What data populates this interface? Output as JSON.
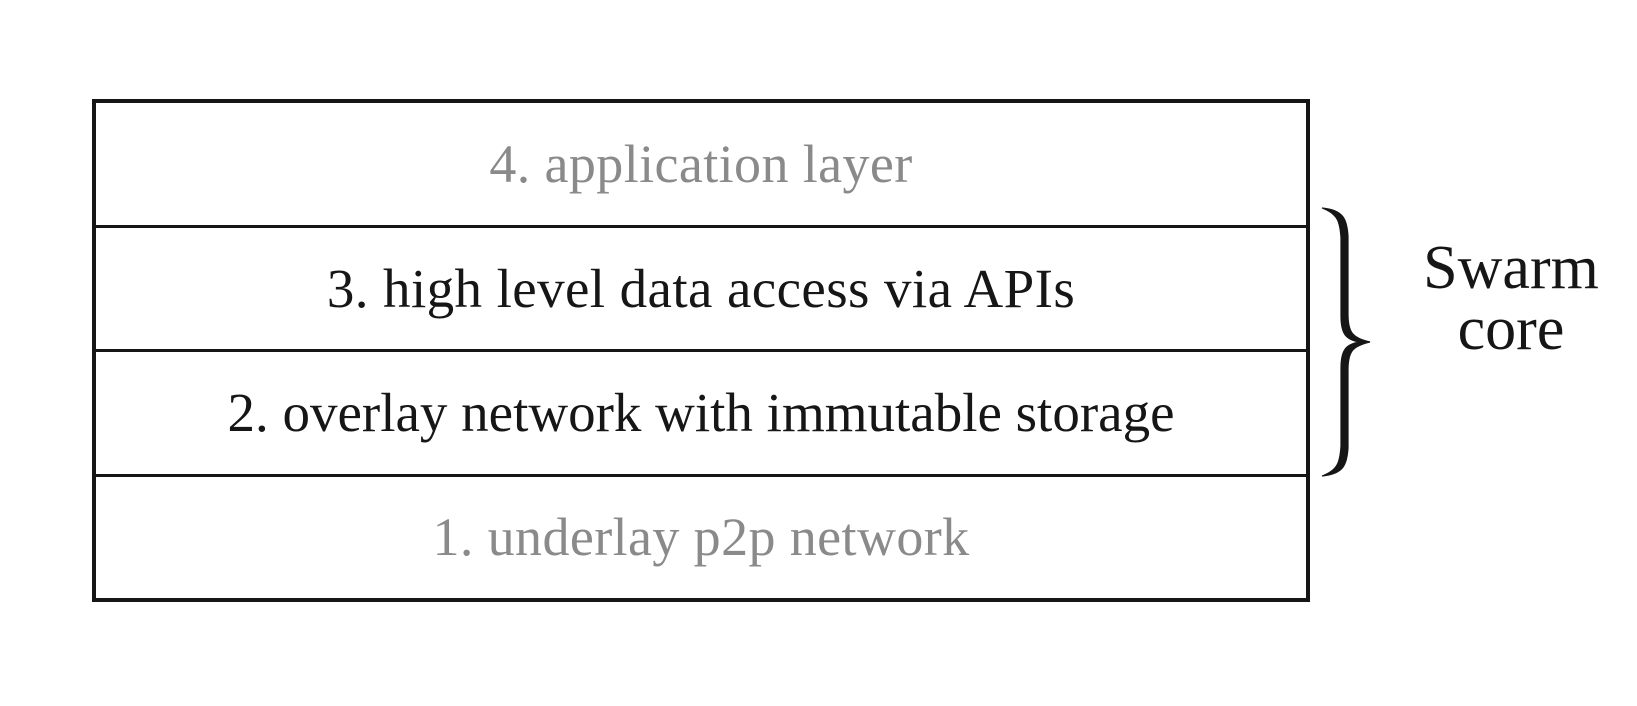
{
  "diagram": {
    "title": "Swarm layer stack",
    "background_color": "#ffffff",
    "border_color": "#161616",
    "dim_text_color": "#8a8a8a",
    "strong_text_color": "#161616",
    "layers": [
      {
        "number": "4",
        "label": "4. application layer",
        "emphasis": "dim"
      },
      {
        "number": "3",
        "label": "3. high level data access via APIs",
        "emphasis": "strong"
      },
      {
        "number": "2",
        "label": "2. overlay network with immutable storage",
        "emphasis": "strong"
      },
      {
        "number": "1",
        "label": "1. underlay p2p network",
        "emphasis": "dim"
      }
    ],
    "annotation": {
      "icon": "right-curly-brace-icon",
      "line_1": "Swarm",
      "line_2": "core",
      "spans_layers": [
        "3",
        "2"
      ]
    }
  }
}
